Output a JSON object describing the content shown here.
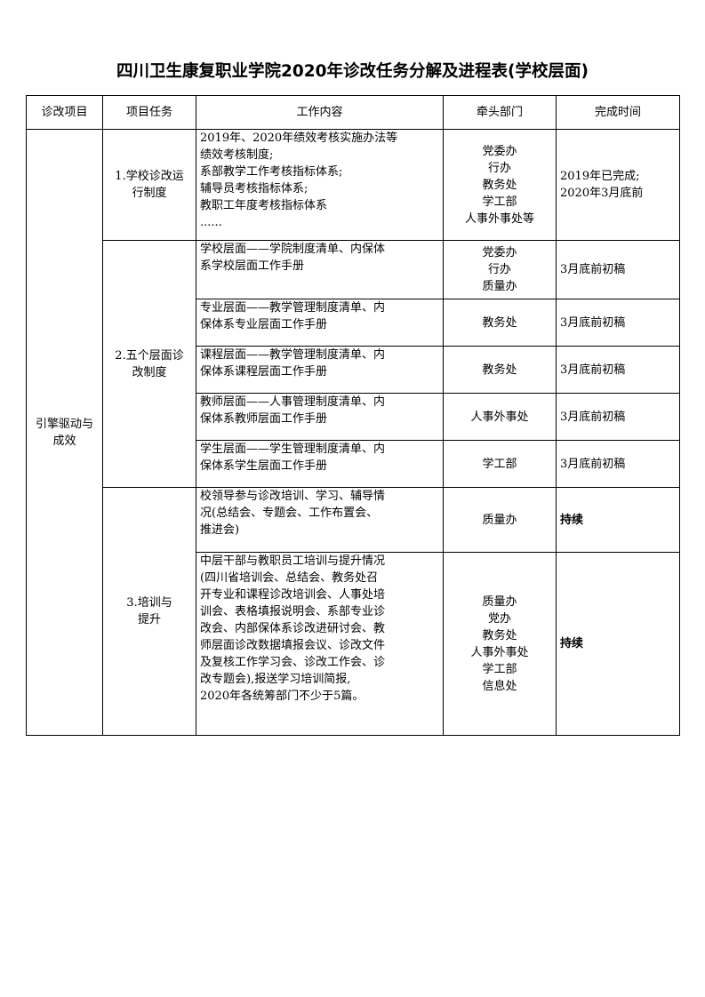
{
  "title": "四川卫生康复职业学院2020年诊改任务分解及进程表(学校层面)",
  "headers": [
    "诊改项目",
    "项目任务",
    "工作内容",
    "牵头部门",
    "完成时间"
  ],
  "project": [
    "引擎驱动与",
    "成效"
  ],
  "tasks": [
    {
      "name": [
        "1.学校诊改运",
        "行制度"
      ],
      "rows": [
        {
          "content": [
            "2019年、2020年绩效考核实施办法等",
            "绩效考核制度;",
            "系部教学工作考核指标体系;",
            "辅导员考核指标体系;",
            "教职工年度考核指标体系",
            "......"
          ],
          "dept": [
            "党委办",
            "行办",
            "教务处",
            "学工部",
            "人事外事处等"
          ],
          "time": [
            "2019年已完成;",
            "2020年3月底前"
          ]
        }
      ]
    },
    {
      "name": [
        "2.五个层面诊",
        "改制度"
      ],
      "rows": [
        {
          "content": [
            "学校层面——学院制度清单、内保体",
            "系学校层面工作手册"
          ],
          "dept": [
            "党委办",
            "行办",
            "质量办"
          ],
          "time": [
            "3月底前初稿"
          ]
        },
        {
          "content": [
            "专业层面——教学管理制度清单、内",
            "保体系专业层面工作手册"
          ],
          "dept": [
            "教务处"
          ],
          "time": [
            "3月底前初稿"
          ]
        },
        {
          "content": [
            "课程层面——教学管理制度清单、内",
            "保体系课程层面工作手册"
          ],
          "dept": [
            "教务处"
          ],
          "time": [
            "3月底前初稿"
          ]
        },
        {
          "content": [
            "教师层面——人事管理制度清单、内",
            "保体系教师层面工作手册"
          ],
          "dept": [
            "人事外事处"
          ],
          "time": [
            "3月底前初稿"
          ]
        },
        {
          "content": [
            "学生层面——学生管理制度清单、内",
            "保体系学生层面工作手册"
          ],
          "dept": [
            "学工部"
          ],
          "time": [
            "3月底前初稿"
          ]
        }
      ]
    },
    {
      "name": [
        "3.培训与",
        "提升"
      ],
      "rows": [
        {
          "content": [
            "校领导参与诊改培训、学习、辅导情",
            "况(总结会、专题会、工作布置会、",
            "推进会)"
          ],
          "dept": [
            "质量办"
          ],
          "time": [
            "持续"
          ]
        },
        {
          "content": [
            "中层干部与教职员工培训与提升情况",
            "(四川省培训会、总结会、教务处召",
            "开专业和课程诊改培训会、人事处培",
            "训会、表格填报说明会、系部专业诊",
            "改会、内部保体系诊改进研讨会、教",
            "师层面诊改数据填报会议、诊改文件",
            "及复核工作学习会、诊改工作会、诊",
            "改专题会),报送学习培训简报,",
            "2020年各统筹部门不少于5篇。"
          ],
          "dept": [
            "质量办",
            "党办",
            "教务处",
            "人事外事处",
            "学工部",
            "信息处"
          ],
          "time": [
            "持续"
          ]
        }
      ]
    }
  ]
}
